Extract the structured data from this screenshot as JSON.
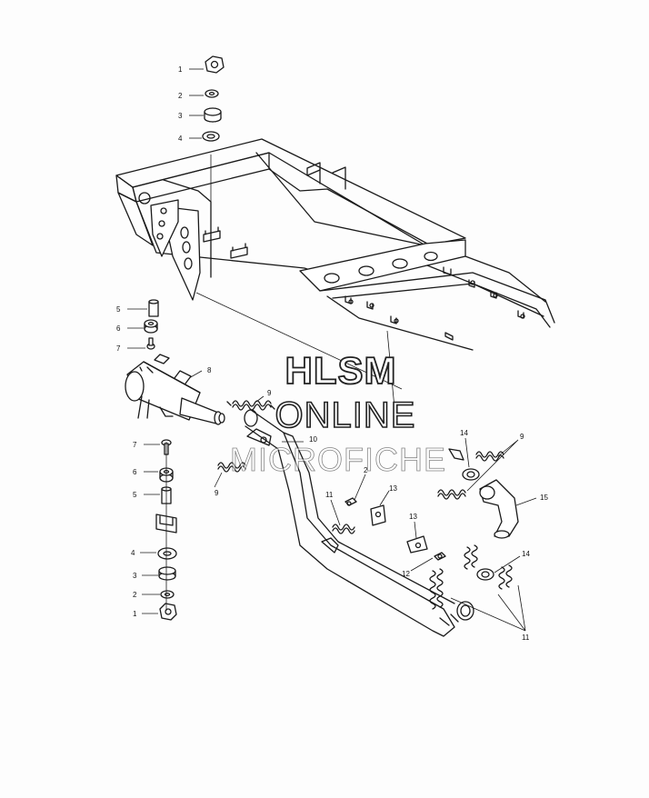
{
  "watermark": {
    "line1": "HLSM",
    "line2": "ONLINE",
    "line3": "MICROFICHE"
  },
  "callouts": [
    {
      "id": "c1a",
      "text": "1"
    },
    {
      "id": "c2a",
      "text": "2"
    },
    {
      "id": "c3a",
      "text": "3"
    },
    {
      "id": "c4a",
      "text": "4"
    },
    {
      "id": "c5a",
      "text": "5"
    },
    {
      "id": "c6a",
      "text": "6"
    },
    {
      "id": "c7a",
      "text": "7"
    },
    {
      "id": "c8",
      "text": "8"
    },
    {
      "id": "c9a",
      "text": "9"
    },
    {
      "id": "c9b",
      "text": "9"
    },
    {
      "id": "c9c",
      "text": "9"
    },
    {
      "id": "c10",
      "text": "10"
    },
    {
      "id": "c7b",
      "text": "7"
    },
    {
      "id": "c6b",
      "text": "6"
    },
    {
      "id": "c5b",
      "text": "5"
    },
    {
      "id": "c4b",
      "text": "4"
    },
    {
      "id": "c3b",
      "text": "3"
    },
    {
      "id": "c2b",
      "text": "2"
    },
    {
      "id": "c1b",
      "text": "1"
    },
    {
      "id": "c2c",
      "text": "2"
    },
    {
      "id": "c11a",
      "text": "11"
    },
    {
      "id": "c13a",
      "text": "13"
    },
    {
      "id": "c14a",
      "text": "14"
    },
    {
      "id": "c15",
      "text": "15"
    },
    {
      "id": "c13b",
      "text": "13"
    },
    {
      "id": "c12",
      "text": "12"
    },
    {
      "id": "c14b",
      "text": "14"
    },
    {
      "id": "c11b",
      "text": "11"
    }
  ]
}
